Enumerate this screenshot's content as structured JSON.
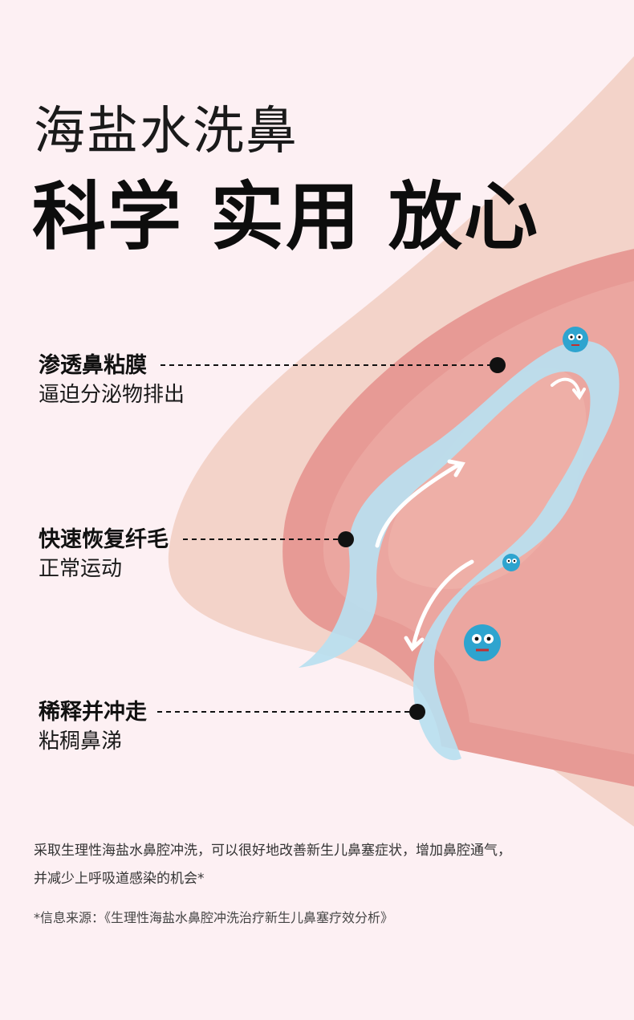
{
  "title": {
    "line1": "海盐水洗鼻",
    "line2": "科学 实用 放心"
  },
  "callouts": [
    {
      "heading": "渗透鼻粘膜",
      "detail": "逼迫分泌物排出"
    },
    {
      "heading": "快速恢复纤毛",
      "detail": "正常运动"
    },
    {
      "heading": "稀释并冲走",
      "detail": "粘稠鼻涕"
    }
  ],
  "note": {
    "line1": "采取生理性海盐水鼻腔冲洗，可以很好地改善新生儿鼻塞症状，增加鼻腔通气，",
    "line2": "并减少上呼吸道感染的机会*"
  },
  "source": "*信息来源：《生理性海盐水鼻腔冲洗治疗新生儿鼻塞疗效分析》",
  "colors": {
    "background": "#fdf0f3",
    "skin": "#f3d2c8",
    "cavity": "#e48f8b",
    "saline": "#a9d8ec",
    "germ": "#2ea4cf"
  },
  "icons": [
    "germ-icon",
    "flow-arrow-icon"
  ]
}
